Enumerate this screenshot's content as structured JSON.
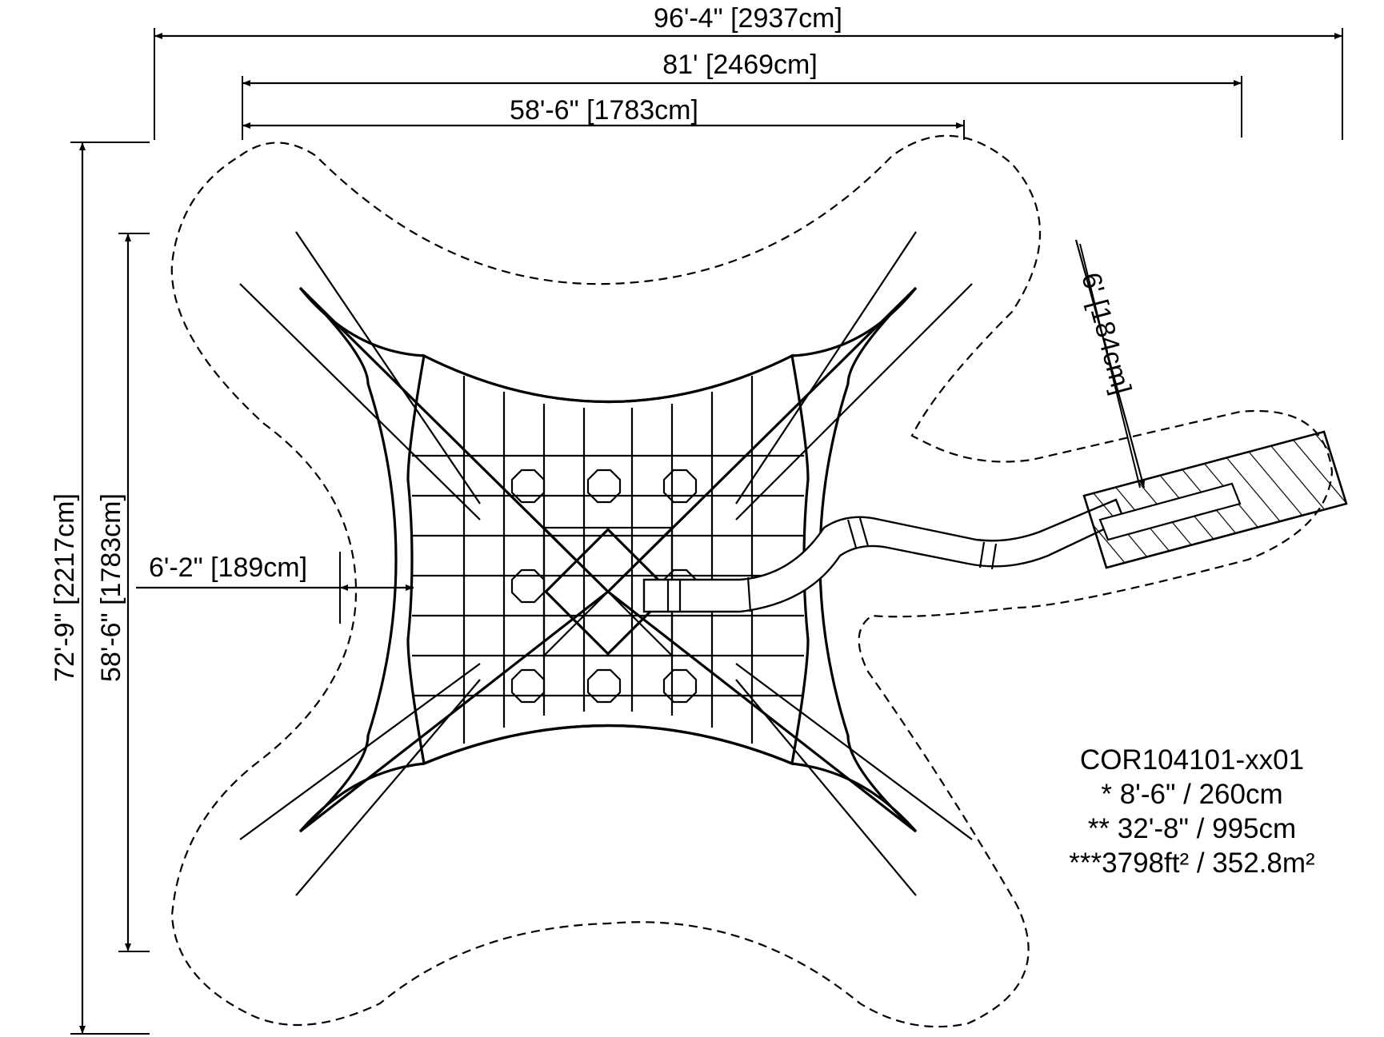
{
  "dimensions": {
    "overall_width": "96'-4\" [2937cm]",
    "equipment_width": "81' [2469cm]",
    "net_width": "58'-6\" [1783cm]",
    "overall_height": "72'-9\" [2217cm]",
    "net_height": "58'-6\" [1783cm]",
    "side_clearance": "6'-2\" [189cm]",
    "slide_clearance": "6' [184cm]"
  },
  "info": {
    "model": "COR104101-xx01",
    "line1": "* 8'-6\" / 260cm",
    "line2": "** 32'-8\" / 995cm",
    "line3": "***3798ft² / 352.8m²"
  },
  "colors": {
    "ink": "#000000",
    "paper": "#ffffff"
  }
}
